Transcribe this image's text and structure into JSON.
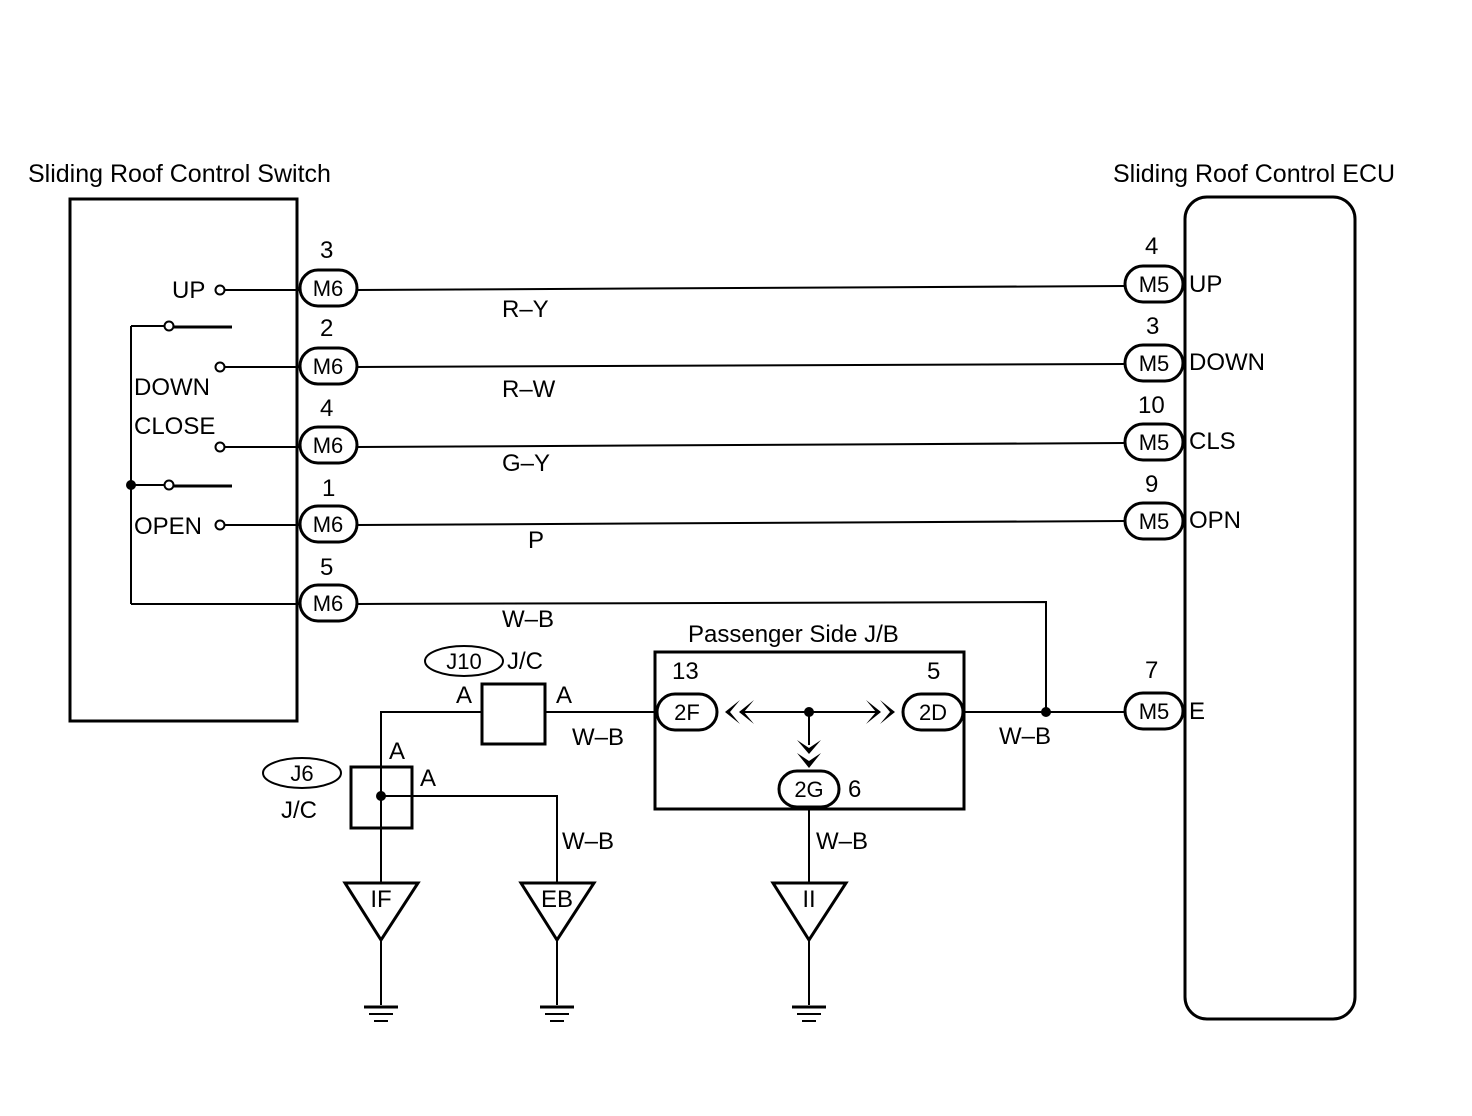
{
  "switch": {
    "title": "Sliding Roof Control Switch",
    "up": "UP",
    "down": "DOWN",
    "close": "CLOSE",
    "open": "OPEN"
  },
  "ecu": {
    "title": "Sliding Roof Control ECU",
    "up": "UP",
    "down": "DOWN",
    "cls": "CLS",
    "opn": "OPN",
    "e": "E"
  },
  "switch_pins": [
    {
      "pin": "3",
      "connector": "M6",
      "wire": "R–Y"
    },
    {
      "pin": "2",
      "connector": "M6",
      "wire": "R–W"
    },
    {
      "pin": "4",
      "connector": "M6",
      "wire": "G–Y"
    },
    {
      "pin": "1",
      "connector": "M6",
      "wire": "P"
    },
    {
      "pin": "5",
      "connector": "M6",
      "wire": "W–B"
    }
  ],
  "ecu_pins": [
    {
      "pin": "4",
      "connector": "M5"
    },
    {
      "pin": "3",
      "connector": "M5"
    },
    {
      "pin": "10",
      "connector": "M5"
    },
    {
      "pin": "9",
      "connector": "M5"
    },
    {
      "pin": "7",
      "connector": "M5"
    }
  ],
  "jb": {
    "title": "Passenger Side J/B",
    "left_pin": "13",
    "left_connector": "2F",
    "right_pin": "5",
    "right_connector": "2D",
    "bottom_connector": "2G",
    "bottom_pin": "6"
  },
  "j10": {
    "id": "J10",
    "type": "J/C",
    "left": "A",
    "right": "A"
  },
  "j6": {
    "id": "J6",
    "type": "J/C",
    "top": "A",
    "right": "A"
  },
  "wires": {
    "jb_left": "W–B",
    "jb_right": "W–B",
    "eb": "W–B",
    "ii": "W–B"
  },
  "grounds": {
    "if": "IF",
    "eb": "EB",
    "ii": "II"
  }
}
